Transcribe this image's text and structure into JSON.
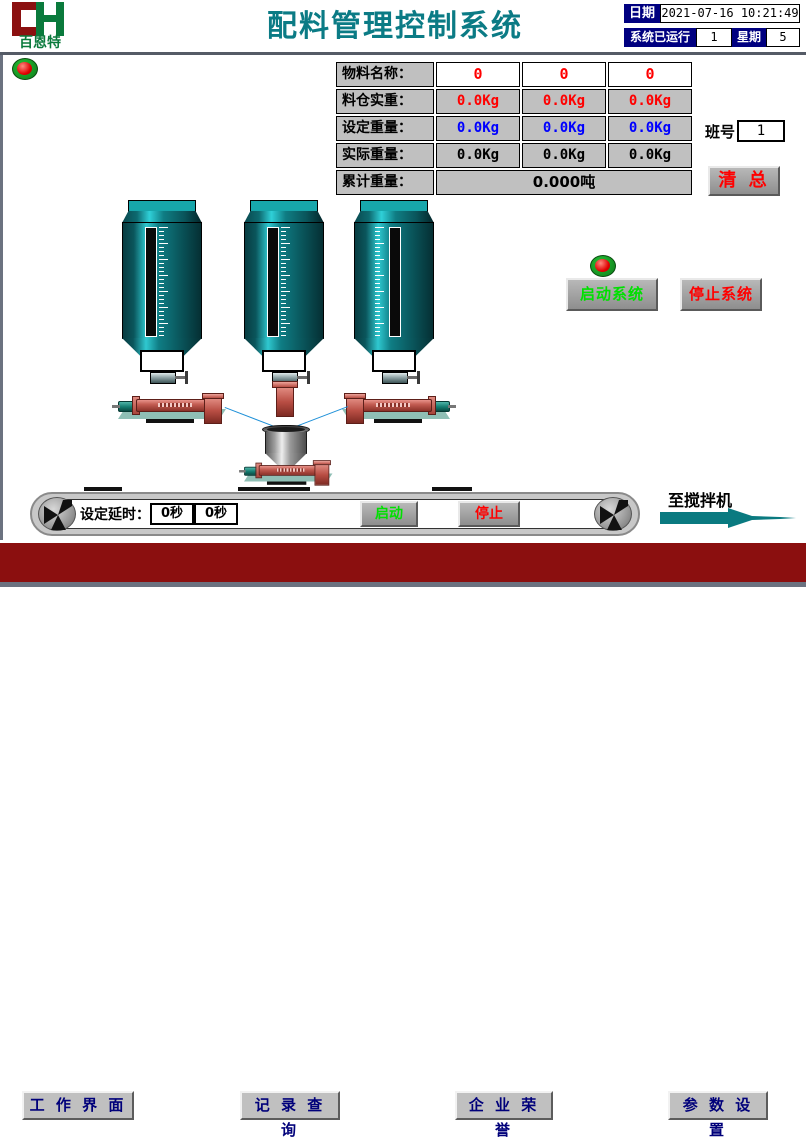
{
  "app": {
    "title": "配料管理控制系统",
    "logo_text": "百恩特"
  },
  "header": {
    "date_label": "日期",
    "date_value": "2021-07-16 10:21:49",
    "runtime_label": "系统已运行",
    "runtime_value": "1",
    "week_label": "星期",
    "week_value": "5"
  },
  "table": {
    "rows": [
      {
        "label": "物料名称：",
        "values": [
          "0",
          "0",
          "0"
        ],
        "style": "name"
      },
      {
        "label": "料仓实重：",
        "values": [
          "0.0Kg",
          "0.0Kg",
          "0.0Kg"
        ],
        "style": "red"
      },
      {
        "label": "设定重量：",
        "values": [
          "0.0Kg",
          "0.0Kg",
          "0.0Kg"
        ],
        "style": "blue"
      },
      {
        "label": "实际重量：",
        "values": [
          "0.0Kg",
          "0.0Kg",
          "0.0Kg"
        ],
        "style": "black"
      }
    ],
    "total_label": "累计重量：",
    "total_value": "0.000吨"
  },
  "shift": {
    "label": "班号",
    "value": "1"
  },
  "buttons": {
    "clear_total": "清 总",
    "start_system": "启动系统",
    "stop_system": "停止系统",
    "belt_start": "启动",
    "belt_stop": "停止"
  },
  "belt": {
    "delay_label": "设定延时：",
    "delay_1": "0秒",
    "delay_2": "0秒",
    "to_mixer": "至搅拌机"
  },
  "nav": {
    "work": "工 作 界 面",
    "record": "记 录 查 询",
    "honor": "企 业 荣 誉",
    "params": "参 数 设 置"
  },
  "colors": {
    "title": "#0b7b85",
    "nav_bar": "#8b0f0f",
    "label_blue": "#000080",
    "alarm_red": "#ff0000",
    "ok_green": "#00e000",
    "silo_teal": "#0f7d84"
  },
  "indicators": {
    "left_lamp": "red-lamp-on",
    "system_lamp": "red-lamp-on"
  }
}
